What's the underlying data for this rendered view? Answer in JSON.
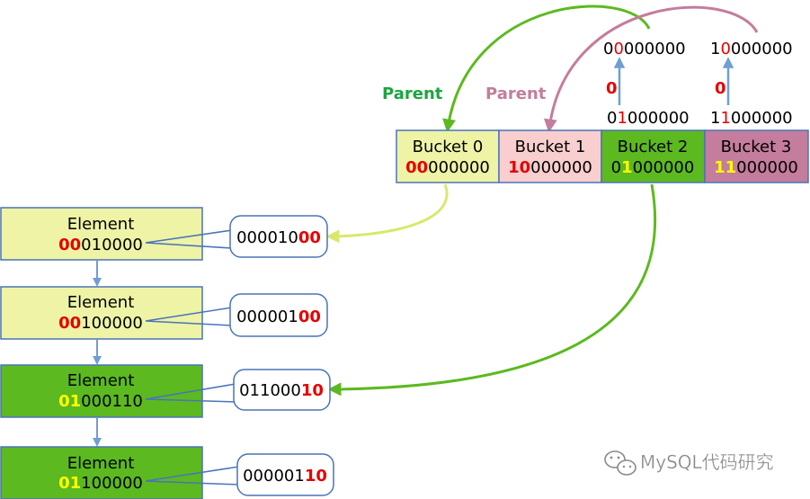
{
  "parent_labels": {
    "green": "Parent",
    "pink": "Parent"
  },
  "transitions": [
    {
      "top": [
        "0",
        "0",
        "000000"
      ],
      "bit": "0",
      "bottom": [
        "0",
        "1",
        "000000"
      ]
    },
    {
      "top": [
        "1",
        "0",
        "000000"
      ],
      "bit": "0",
      "bottom": [
        "1",
        "1",
        "000000"
      ]
    }
  ],
  "buckets": [
    {
      "label": "Bucket 0",
      "hi": "00",
      "lo": "000000",
      "fill": "#eef3a6",
      "hi_color": "#e60000"
    },
    {
      "label": "Bucket 1",
      "hi": "10",
      "lo": "000000",
      "fill": "#f8cece",
      "hi_color": "#e60000"
    },
    {
      "label": "Bucket 2",
      "pre": "0",
      "hi": "1",
      "lo": "000000",
      "fill": "#5cb91f",
      "hi_color": "#ffff00"
    },
    {
      "label": "Bucket 3",
      "hi": "11",
      "lo": "000000",
      "fill": "#c47d9c",
      "hi_color": "#ffff00"
    }
  ],
  "elements": [
    {
      "label": "Element",
      "hi": "00",
      "lo": "010000",
      "hi_color": "#e60000",
      "fill": "#eef3a6",
      "callout": [
        "000010",
        "00"
      ]
    },
    {
      "label": "Element",
      "hi": "00",
      "lo": "100000",
      "hi_color": "#e60000",
      "fill": "#eef3a6",
      "callout": [
        "000001",
        "00"
      ]
    },
    {
      "label": "Element",
      "hi": "01",
      "lo": "000110",
      "hi_color": "#ffff00",
      "fill": "#5cb91f",
      "callout": [
        "011000",
        "10"
      ]
    },
    {
      "label": "Element",
      "hi": "01",
      "lo": "100000",
      "hi_color": "#ffff00",
      "fill": "#5cb91f",
      "callout": [
        "000001",
        "10"
      ]
    }
  ],
  "watermark": {
    "text": "MySQL代码研究",
    "icon": "wechat-icon"
  },
  "colors": {
    "parent_green": "#5cb91f",
    "parent_green_text": "#1aa540",
    "parent_pink": "#c47d9c",
    "parent_pink_text": "#c47d9c",
    "bit_red": "#e60000",
    "bit_yellow": "#ffff00",
    "arrow_blue": "#6f9fd1",
    "link_yellow": "#d9e86d",
    "box_border": "#4a74b8"
  }
}
